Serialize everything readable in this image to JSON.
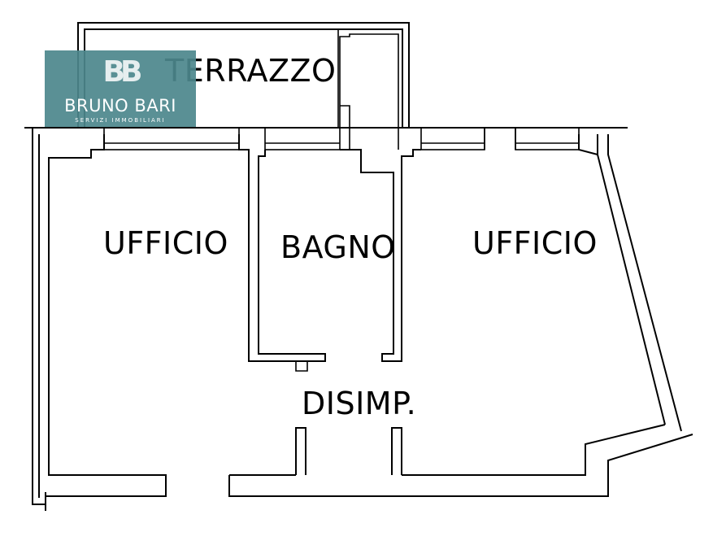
{
  "rooms": {
    "terrazzo": "TERRAZZO",
    "ufficio_left": "UFFICIO",
    "bagno": "BAGNO",
    "ufficio_right": "UFFICIO",
    "disimpegno": "DISIMP."
  },
  "logo": {
    "mark": "BB",
    "name": "BRUNO BARI",
    "tagline": "SERVIZI IMMOBILIARI"
  },
  "colors": {
    "walls": "#000000",
    "logo_background": "#4c878c",
    "logo_text": "#ffffff"
  }
}
